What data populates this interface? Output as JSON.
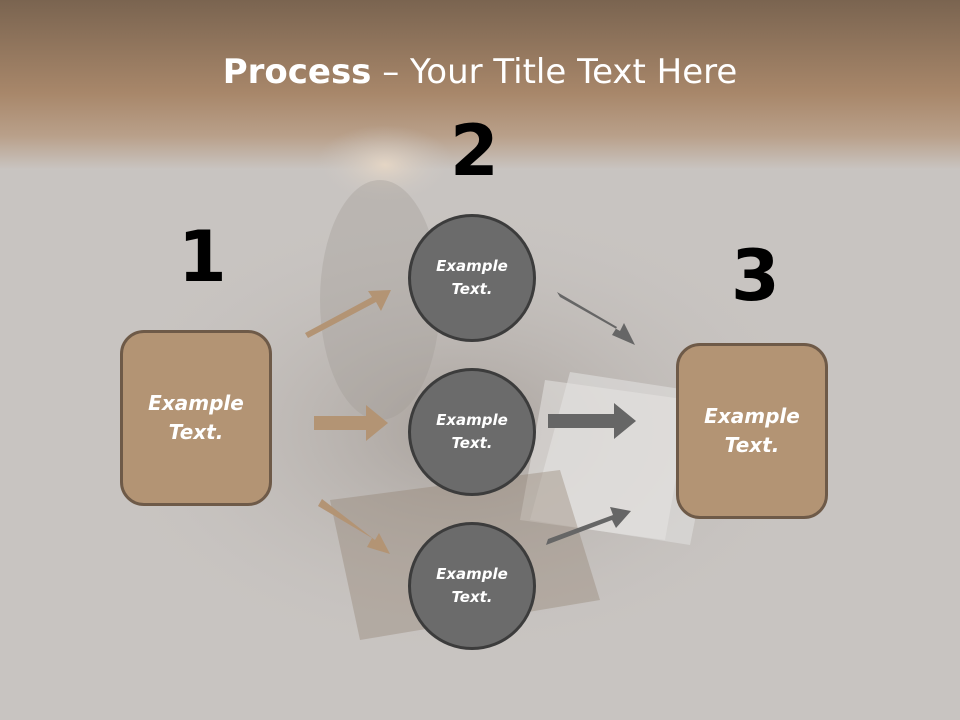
{
  "title": {
    "bold": "Process",
    "rest": " – Your Title Text Here"
  },
  "steps": [
    {
      "number": "1",
      "label": "Example\nText."
    },
    {
      "number": "2",
      "label": "Example\nText."
    },
    {
      "number": "3",
      "label": "Example\nText."
    }
  ],
  "circles": [
    {
      "label": "Example\nText."
    },
    {
      "label": "Example\nText."
    },
    {
      "label": "Example\nText."
    }
  ],
  "colors": {
    "brown_box": "#b39474",
    "circle_fill": "#6b6b6b",
    "arrow_tan": "#b39474",
    "arrow_gray": "#6b6b6b"
  }
}
